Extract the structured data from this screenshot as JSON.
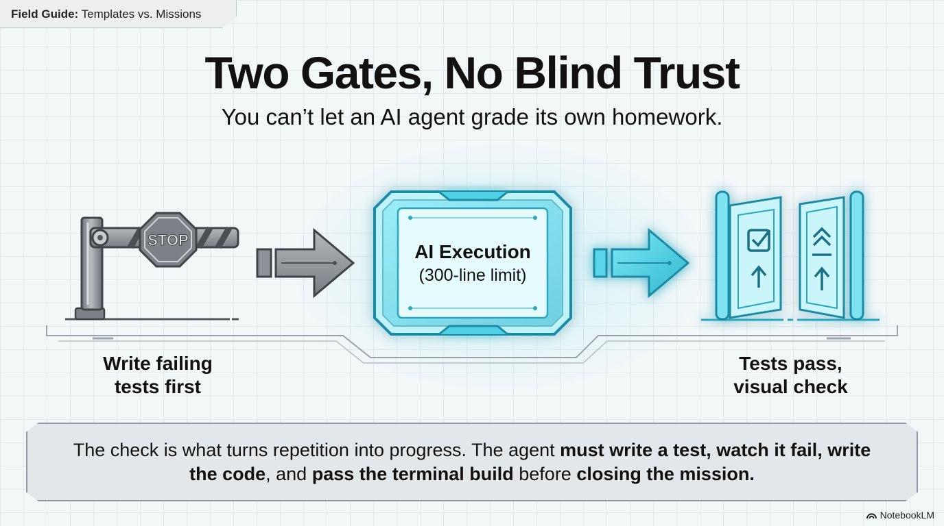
{
  "tab": {
    "bold": "Field Guide:",
    "text": " Templates vs. Missions"
  },
  "title": "Two Gates, No Blind Trust",
  "subtitle": "You can’t let an AI agent grade its own homework.",
  "gate_left": {
    "sign": "STOP",
    "label_line1": "Write failing",
    "label_line2": "tests first"
  },
  "core": {
    "title": "AI Execution",
    "subtitle": "(300-line limit)"
  },
  "gate_right": {
    "label_line1": "Tests pass,",
    "label_line2": "visual check"
  },
  "panel": {
    "s1": "The check is what turns repetition into progress. The agent ",
    "s2": "must write a test, watch it fail, write the code",
    "s3": ", and ",
    "s4": "pass the terminal build",
    "s5": " before ",
    "s6": "closing the mission."
  },
  "brand": "NotebookLM",
  "colors": {
    "accent": "#3fd3e8",
    "accent_dark": "#1a7f97",
    "gray": "#6b7075"
  }
}
